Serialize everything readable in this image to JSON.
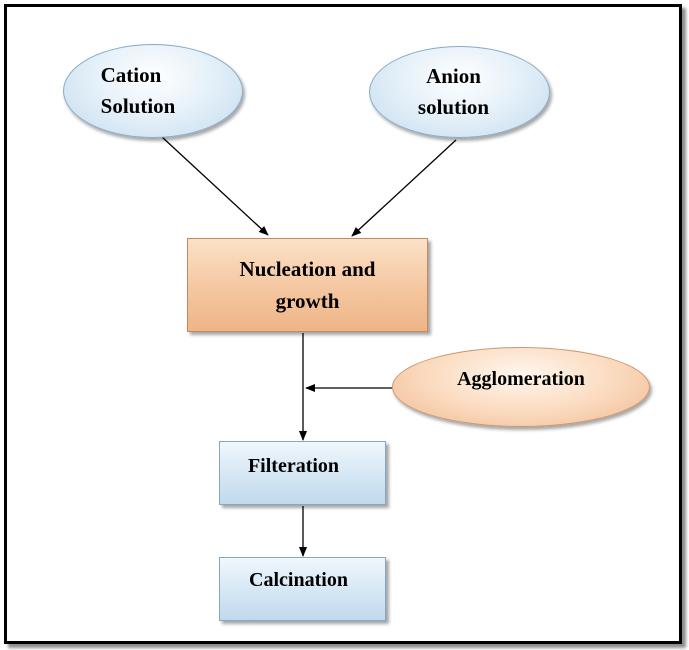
{
  "diagram": {
    "nodes": {
      "cation": {
        "label": "Cation\nSolution",
        "shape": "ellipse",
        "color": "#d6e7f4"
      },
      "anion": {
        "label": "Anion\nsolution",
        "shape": "ellipse",
        "color": "#d6e7f4"
      },
      "nucleation": {
        "label": "Nucleation and\ngrowth",
        "shape": "rectangle",
        "color": "#f4c49c"
      },
      "agglomeration": {
        "label": "Agglomeration",
        "shape": "ellipse",
        "color": "#f4c49c"
      },
      "filteration": {
        "label": "Filteration",
        "shape": "rectangle",
        "color": "#d2e5f3"
      },
      "calcination": {
        "label": "Calcination",
        "shape": "rectangle",
        "color": "#d2e5f3"
      }
    },
    "edges": [
      {
        "from": "cation",
        "to": "nucleation"
      },
      {
        "from": "anion",
        "to": "nucleation"
      },
      {
        "from": "nucleation",
        "to": "filteration"
      },
      {
        "from": "agglomeration",
        "to": "nucleation-filteration-link"
      },
      {
        "from": "filteration",
        "to": "calcination"
      }
    ]
  }
}
